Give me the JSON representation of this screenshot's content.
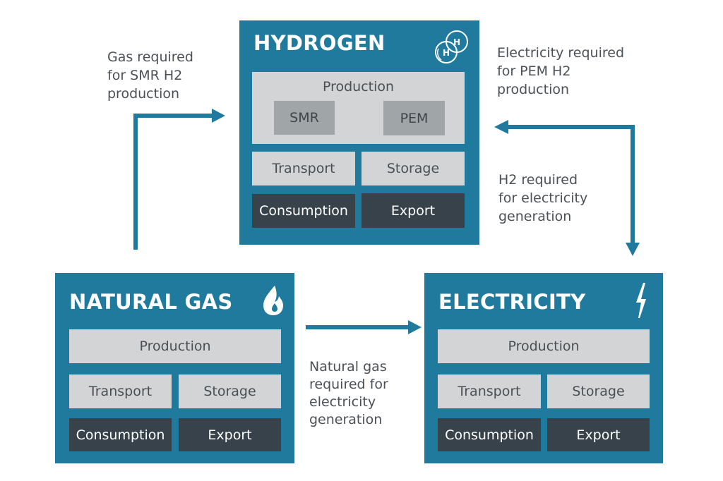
{
  "colors": {
    "sector_blue": "#1f7a9d",
    "cell_light": "#d3d4d6",
    "cell_mid": "#a0a5a8",
    "cell_dark": "#37424a",
    "arrow": "#1f7a9d",
    "note_text": "#4b5156"
  },
  "hydrogen": {
    "title": "HYDROGEN",
    "icon": "hydrogen-molecule-icon",
    "production": "Production",
    "production_sub": [
      "SMR",
      "PEM"
    ],
    "transport": "Transport",
    "storage": "Storage",
    "consumption": "Consumption",
    "export": "Export"
  },
  "natural_gas": {
    "title": "NATURAL GAS",
    "icon": "gas-flame-drop-icon",
    "production": "Production",
    "transport": "Transport",
    "storage": "Storage",
    "consumption": "Consumption",
    "export": "Export"
  },
  "electricity": {
    "title": "ELECTRICITY",
    "icon": "lightning-bolt-icon",
    "production": "Production",
    "transport": "Transport",
    "storage": "Storage",
    "consumption": "Consumption",
    "export": "Export"
  },
  "flows": {
    "gas_to_hydrogen": "Gas required\nfor SMR H2\nproduction",
    "electricity_to_hydrogen": "Electricity required\nfor PEM H2\nproduction",
    "hydrogen_to_electricity": "H2 required\nfor electricity\ngeneration",
    "gas_to_electricity": "Natural gas\nrequired for\nelectricity\ngeneration"
  }
}
